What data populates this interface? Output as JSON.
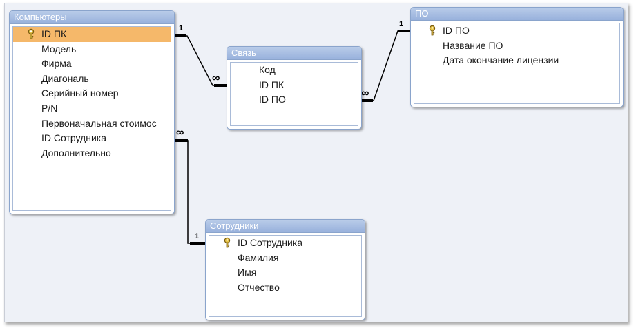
{
  "tables": {
    "computers": {
      "title": "Компьютеры",
      "fields": [
        "ID ПК",
        "Модель",
        "Фирма",
        "Диагональ",
        "Серийный номер",
        "P/N",
        "Первоначальная стоимос",
        "ID Сотрудника",
        "Дополнительно"
      ]
    },
    "link": {
      "title": "Связь",
      "fields": [
        "Код",
        "ID ПК",
        "ID ПО"
      ]
    },
    "software": {
      "title": "ПО",
      "fields": [
        "ID ПО",
        "Название ПО",
        "Дата окончание лицензии"
      ]
    },
    "employees": {
      "title": "Сотрудники",
      "fields": [
        "ID Сотрудника",
        "Фамилия",
        "Имя",
        "Отчество"
      ]
    }
  },
  "relationships": {
    "comp_link": {
      "one": "1",
      "many": "∞"
    },
    "link_soft": {
      "one": "1",
      "many": "∞"
    },
    "comp_emp": {
      "one": "1",
      "many": "∞"
    }
  },
  "icons": {
    "primary_key": "key-icon"
  },
  "colors": {
    "selected_row": "#f5b86a",
    "title_bar": "#98b1dc"
  }
}
